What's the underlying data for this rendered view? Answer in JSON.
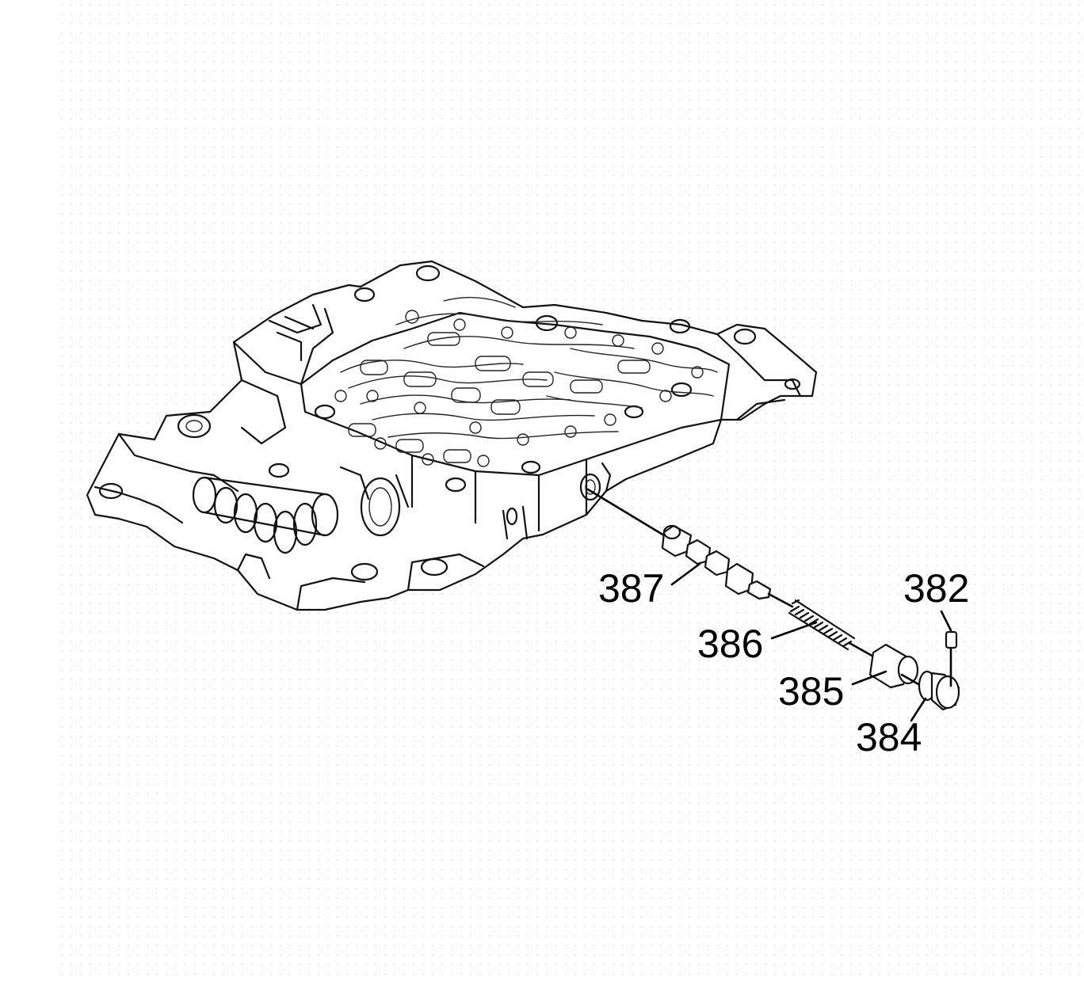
{
  "diagram": {
    "callouts": [
      {
        "id": "c387",
        "label": "387"
      },
      {
        "id": "c386",
        "label": "386"
      },
      {
        "id": "c385",
        "label": "385"
      },
      {
        "id": "c384",
        "label": "384"
      },
      {
        "id": "c382",
        "label": "382"
      }
    ],
    "colors": {
      "line": "#111111",
      "background": "#ffffff",
      "dot_grid": "#bdbdbd"
    }
  }
}
